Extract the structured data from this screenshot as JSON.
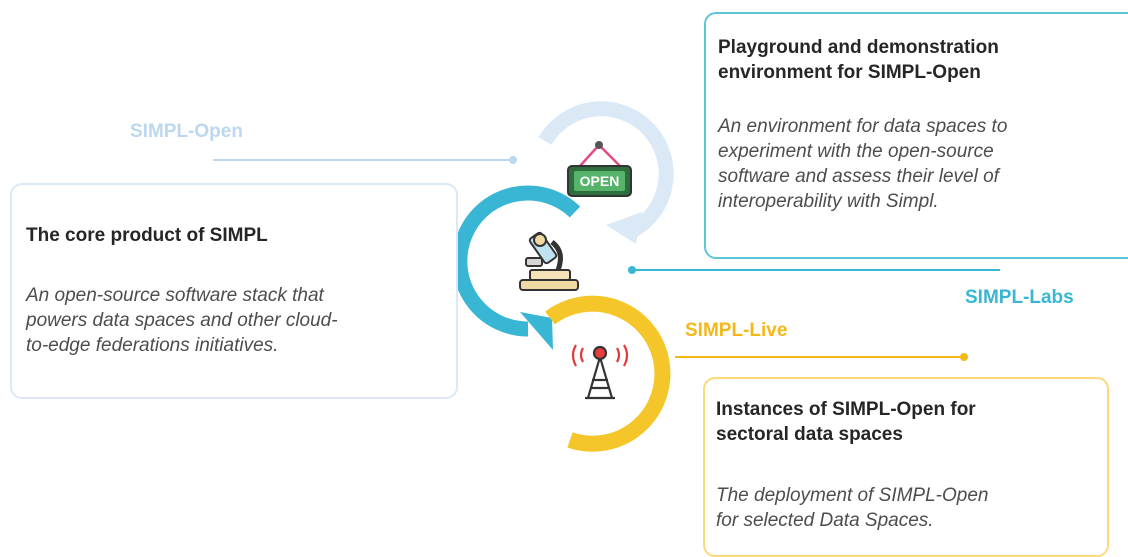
{
  "open": {
    "label": "SIMPL-Open",
    "title": "The core product of SIMPL",
    "description_lines": [
      "An open-source software stack that",
      "powers data spaces and other cloud-",
      "to-edge federations initiatives."
    ],
    "color": "#bcd8f1",
    "icon": "open-sign-icon",
    "sign_text": "OPEN"
  },
  "labs": {
    "label": "SIMPL-Labs",
    "title_lines": [
      "Playground and demonstration",
      "environment for SIMPL-Open"
    ],
    "description_lines": [
      "An environment for data spaces to",
      "experiment with the open-source",
      "software and assess their level of",
      "interoperability with Simpl."
    ],
    "color": "#39b6d4",
    "icon": "microscope-icon"
  },
  "live": {
    "label": "SIMPL-Live",
    "title_lines": [
      "Instances of SIMPL-Open for",
      "sectoral data spaces"
    ],
    "description_lines": [
      "The deployment of SIMPL-Open",
      "for selected Data Spaces."
    ],
    "color": "#f5b819",
    "icon": "broadcast-tower-icon"
  }
}
